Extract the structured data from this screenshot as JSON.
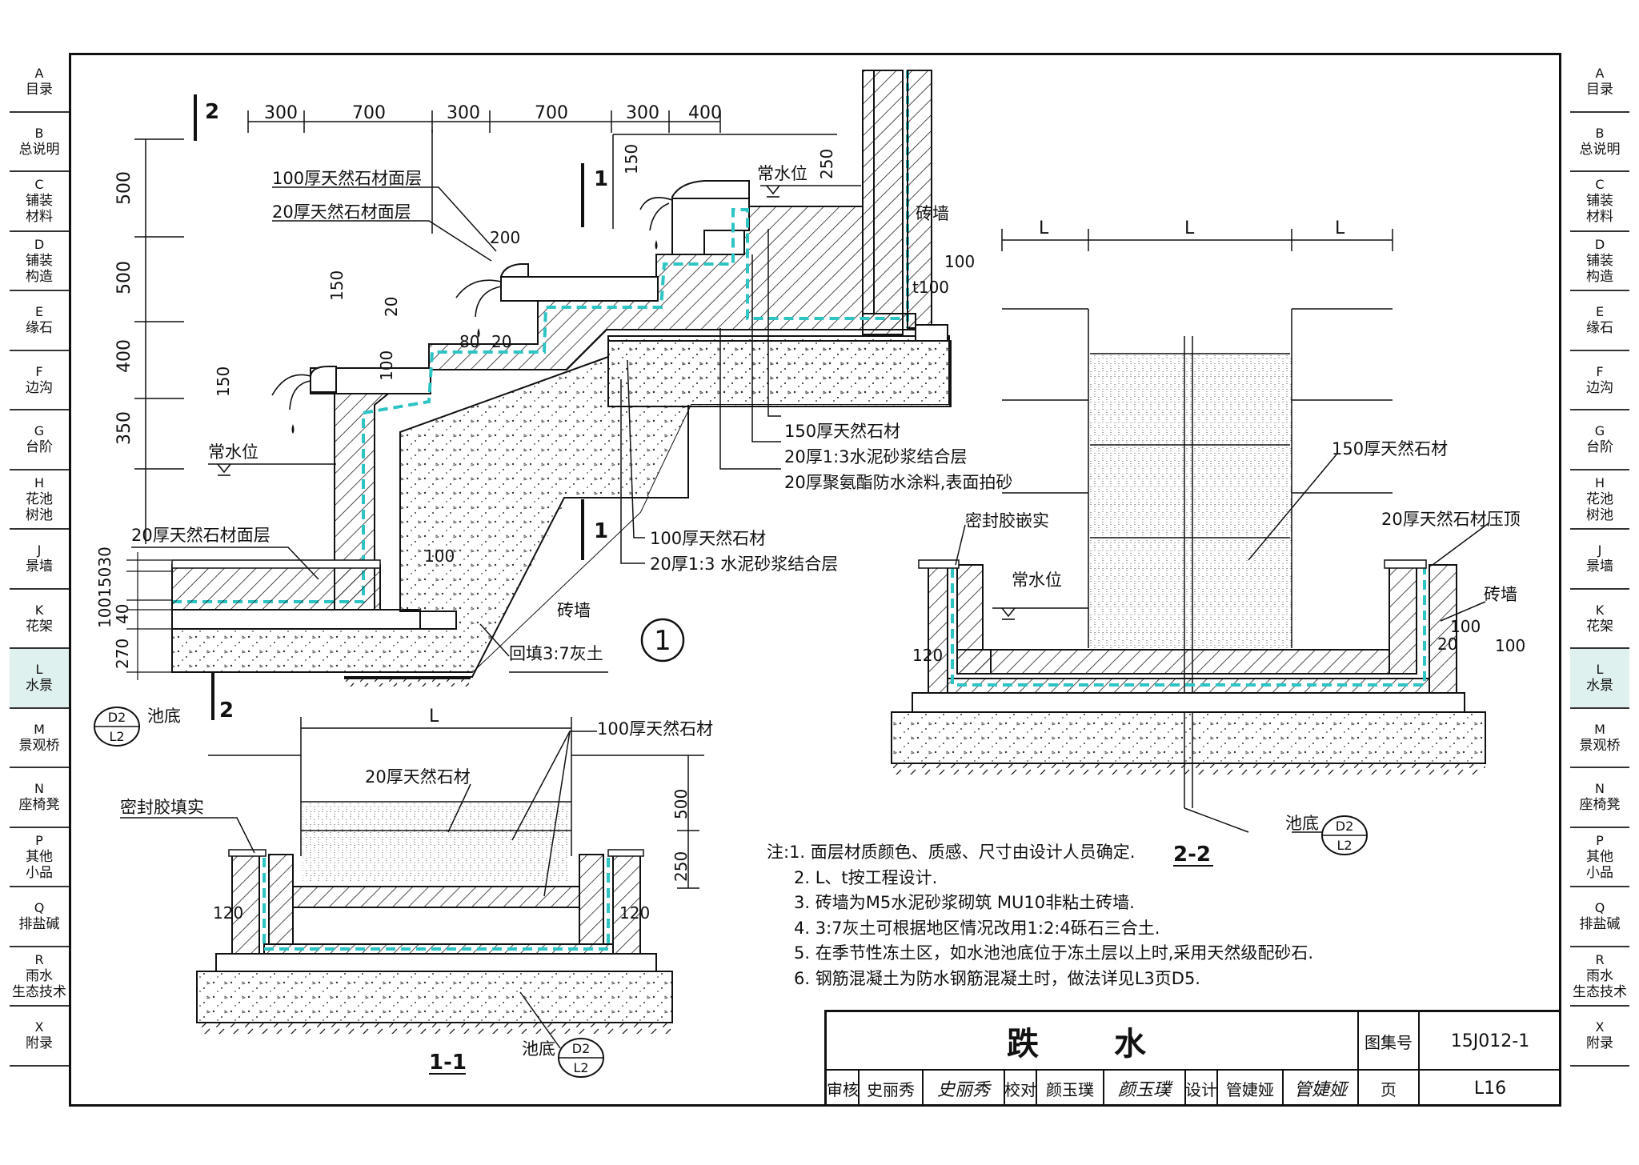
{
  "left_tabs": [
    {
      "letter": "A",
      "label": "目录"
    },
    {
      "letter": "B",
      "label": "总说明"
    },
    {
      "letter": "C",
      "label": "铺装材料"
    },
    {
      "letter": "D",
      "label": "铺装构造"
    },
    {
      "letter": "E",
      "label": "缘石"
    },
    {
      "letter": "F",
      "label": "边沟"
    },
    {
      "letter": "G",
      "label": "台阶"
    },
    {
      "letter": "H",
      "label": "花池树池"
    },
    {
      "letter": "J",
      "label": "景墙"
    },
    {
      "letter": "K",
      "label": "花架"
    },
    {
      "letter": "L",
      "label": "水景"
    },
    {
      "letter": "M",
      "label": "景观桥"
    },
    {
      "letter": "N",
      "label": "座椅凳"
    },
    {
      "letter": "P",
      "label": "其他小品"
    },
    {
      "letter": "Q",
      "label": "排盐碱"
    },
    {
      "letter": "R",
      "label": "雨水生态技术"
    },
    {
      "letter": "X",
      "label": "附录"
    }
  ],
  "active_tab": "L",
  "accent_color": "#dff1ef",
  "waterproof_color": "#2ec4c4",
  "drawing": {
    "section_marks": {
      "two": "2",
      "one": "1",
      "detail_no": "1"
    },
    "top_dims": [
      "300",
      "700",
      "300",
      "700",
      "300",
      "400"
    ],
    "left_dims": [
      "500",
      "500",
      "400",
      "350"
    ],
    "small_dims": [
      "150",
      "20",
      "200",
      "150",
      "80",
      "20",
      "100",
      "250",
      "100",
      "t100",
      "100",
      "100",
      "150",
      "30",
      "40",
      "100",
      "270"
    ],
    "callouts": [
      "100厚天然石材面层",
      "20厚天然石材面层",
      "常水位",
      "砖墙",
      "150厚天然石材",
      "20厚1:3水泥砂浆结合层",
      "20厚聚氨酯防水涂料,表面拍砂",
      "100厚天然石材",
      "20厚1:3 水泥砂浆结合层",
      "20厚天然石材面层",
      "砖墙",
      "回填3:7灰土",
      "池底"
    ],
    "ref_bubble": {
      "top": "D2",
      "bottom": "L2"
    }
  },
  "section_1_1": {
    "label": "1-1",
    "dim_L": "L",
    "dims": [
      "500",
      "250",
      "120",
      "120"
    ],
    "callouts": [
      "100厚天然石材",
      "20厚天然石材",
      "密封胶填实",
      "池底"
    ]
  },
  "section_2_2": {
    "label": "2-2",
    "dims": [
      "L",
      "L",
      "L",
      "100",
      "100",
      "20",
      "120"
    ],
    "callouts": [
      "150厚天然石材",
      "密封胶嵌实",
      "常水位",
      "20厚天然石材压顶",
      "砖墙",
      "池底"
    ]
  },
  "notes": [
    "注:1. 面层材质颜色、质感、尺寸由设计人员确定.",
    "2. L、t按工程设计.",
    "3. 砖墙为M5水泥砂浆砌筑 MU10非粘土砖墙.",
    "4. 3:7灰土可根据地区情况改用1:2:4砾石三合土.",
    "5. 在季节性冻土区，如水池池底位于冻土层以上时,采用天然级配砂石.",
    "6. 钢筋混凝土为防水钢筋混凝土时，做法详见L3页D5."
  ],
  "title_block": {
    "title": "跌  水",
    "atlas_label": "图集号",
    "atlas_no": "15J012-1",
    "page_label": "页",
    "page_no": "L16",
    "review_label": "审核",
    "reviewer": "史丽秀",
    "reviewer_sig": "史丽秀",
    "check_label": "校对",
    "checker": "颜玉璞",
    "checker_sig": "颜玉璞",
    "design_label": "设计",
    "designer": "管婕娅",
    "designer_sig": "管婕娅"
  }
}
